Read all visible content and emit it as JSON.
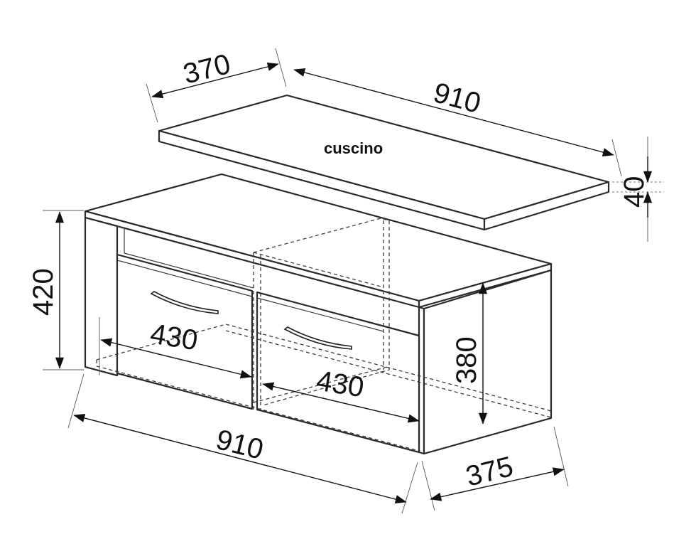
{
  "labels": {
    "cushion_width": "910",
    "cushion_depth": "370",
    "cushion_thickness": "40",
    "cushion_name": "cuscino",
    "total_height": "420",
    "drawer_width_left": "430",
    "drawer_width_right": "430",
    "inner_height": "380",
    "total_width": "910",
    "total_depth": "375"
  },
  "colors": {
    "line": "#2a2a2a",
    "background": "#ffffff"
  }
}
